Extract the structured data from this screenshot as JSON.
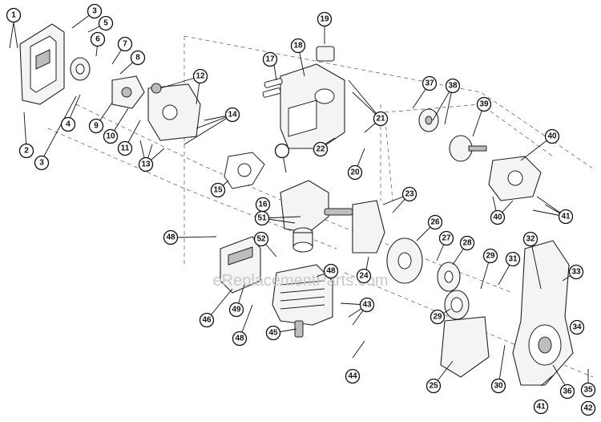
{
  "watermark": "eReplacementParts.com",
  "callouts": [
    "1",
    "2",
    "3",
    "3",
    "4",
    "5",
    "6",
    "7",
    "8",
    "9",
    "10",
    "11",
    "12",
    "13",
    "14",
    "15",
    "16",
    "17",
    "18",
    "19",
    "20",
    "21",
    "22",
    "23",
    "24",
    "25",
    "26",
    "27",
    "28",
    "29",
    "29",
    "30",
    "31",
    "32",
    "33",
    "34",
    "35",
    "36",
    "37",
    "38",
    "39",
    "40",
    "40",
    "41",
    "41",
    "42",
    "43",
    "44",
    "45",
    "46",
    "48",
    "48",
    "48",
    "49",
    "51",
    "52"
  ]
}
